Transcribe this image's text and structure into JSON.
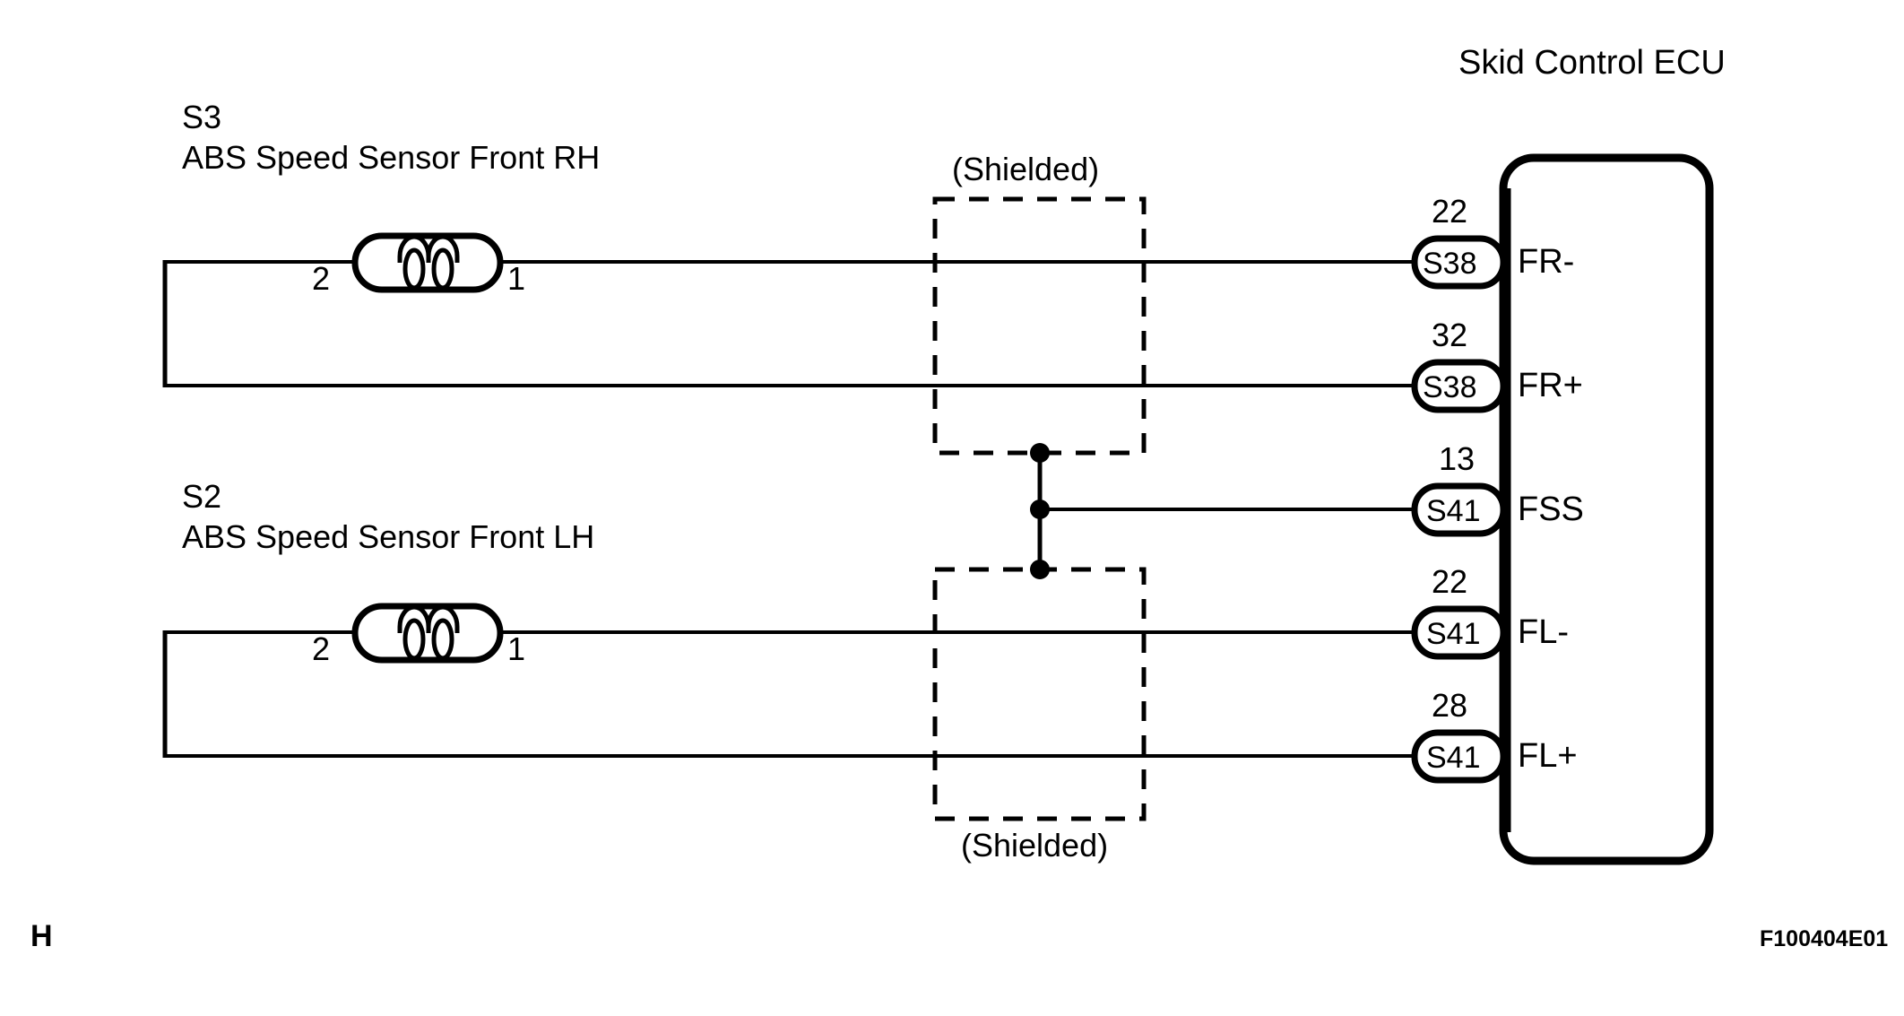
{
  "diagram": {
    "title": "Skid Control ECU",
    "footer_code": "F100404E01",
    "page_marker": "H",
    "shield_label_top": "(Shielded)",
    "shield_label_bottom": "(Shielded)"
  },
  "sensors": [
    {
      "id": "S3",
      "name": "ABS Speed Sensor Front RH",
      "terminal_left": "2",
      "terminal_right": "1",
      "symbol": "inductive-coil"
    },
    {
      "id": "S2",
      "name": "ABS Speed Sensor Front LH",
      "terminal_left": "2",
      "terminal_right": "1",
      "symbol": "inductive-coil"
    }
  ],
  "ecu": {
    "label": "Skid Control ECU",
    "pins": [
      {
        "number": "22",
        "connector": "S38",
        "signal": "FR-"
      },
      {
        "number": "32",
        "connector": "S38",
        "signal": "FR+"
      },
      {
        "number": "13",
        "connector": "S41",
        "signal": "FSS"
      },
      {
        "number": "22",
        "connector": "S41",
        "signal": "FL-"
      },
      {
        "number": "28",
        "connector": "S41",
        "signal": "FL+"
      }
    ]
  },
  "colors": {
    "line": "#000000",
    "background": "#ffffff",
    "text": "#000000"
  }
}
